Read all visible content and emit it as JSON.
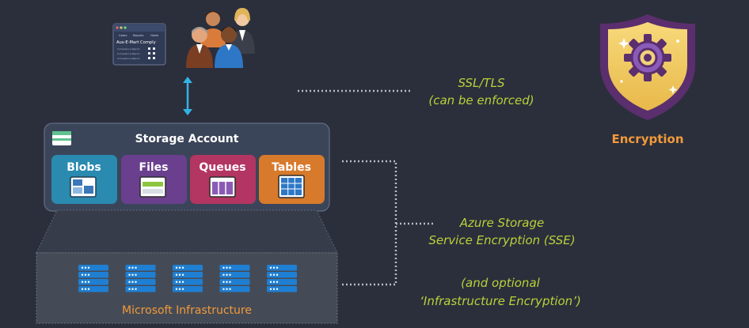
{
  "app_window": {
    "title": "Aus-E-Mart Comply",
    "tabs": [
      "Cases",
      "Reports",
      "Home"
    ],
    "rows": [
      "Compliance Report",
      "Compliance Report",
      "Compliance Report"
    ]
  },
  "storage": {
    "title": "Storage Account",
    "services": [
      {
        "label": "Blobs",
        "color": "#2a8ab0"
      },
      {
        "label": "Files",
        "color": "#6a3f8e"
      },
      {
        "label": "Queues",
        "color": "#b33562"
      },
      {
        "label": "Tables",
        "color": "#d77a2c"
      }
    ]
  },
  "infrastructure": {
    "label": "Microsoft Infrastructure",
    "server_count": 5
  },
  "encryption": {
    "label": "Encryption",
    "icon": "shield-gear-icon"
  },
  "annotations": {
    "ssl_line1": "SSL/TLS",
    "ssl_line2": "(can be enforced)",
    "sse_line1": "Azure Storage",
    "sse_line2": "Service Encryption (SSE)",
    "infra_line1": "(and optional",
    "infra_line2": "‘Infrastructure Encryption’)"
  },
  "colors": {
    "background": "#2b2f3b",
    "accent_green": "#b9d13a",
    "accent_orange": "#f29a3a",
    "arrow_blue": "#34b3e4"
  }
}
